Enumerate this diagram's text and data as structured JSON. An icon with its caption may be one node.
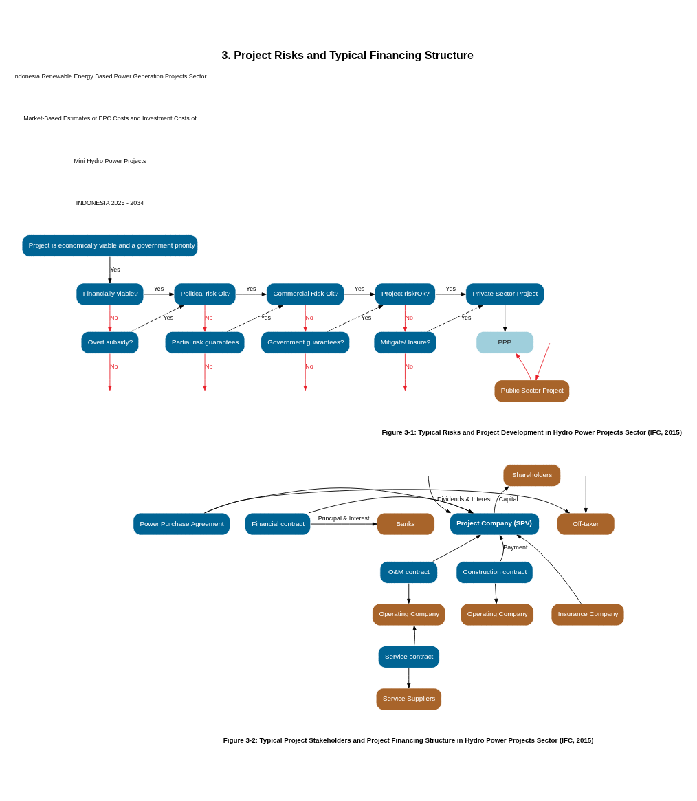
{
  "diagram": {
    "title": "3. Project Risks and Typical Financing Structure",
    "nodes": [
      {
        "text": [
          "Project is economically viable and a government priority"
        ]
      },
      {
        "text": [
          "Financially viable?"
        ]
      },
      {
        "text": [
          "Political risk Ok?"
        ]
      },
      {
        "text": [
          "Commercial Risk Ok?"
        ]
      },
      {
        "text": [
          "Project riskrOk?"
        ]
      },
      {
        "text": [
          "Private Sector Project"
        ]
      },
      {
        "text": [
          "Overt subsidy?"
        ]
      },
      {
        "text": [
          "Partial risk guarantees"
        ]
      },
      {
        "text": [
          "Government guarantees?"
        ]
      },
      {
        "text": [
          "Mitigate/ Insure?"
        ]
      },
      {
        "text": [
          "PPP"
        ]
      },
      {
        "text": [
          "Public Sector Project"
        ]
      },
      {
        "text": [
          "Shareholders"
        ]
      },
      {
        "text": [
          "Off-taker"
        ]
      },
      {
        "text": [
          "Power Purchase Agreement"
        ]
      },
      {
        "text": [
          "Project Company (SPV)"
        ]
      },
      {
        "text": [
          "Financial contract"
        ]
      },
      {
        "text": [
          "Banks"
        ]
      },
      {
        "text": [
          "Construction contract"
        ]
      },
      {
        "text": [
          "O&M contract"
        ]
      },
      {
        "text": [
          "Insurance Company"
        ]
      },
      {
        "text": [
          "Operating Company"
        ]
      },
      {
        "text": [
          "Operating Company"
        ]
      },
      {
        "text": [
          "Service contract"
        ]
      },
      {
        "text": [
          "Service Suppliers"
        ]
      }
    ],
    "edges": [
      {
        "from": 0,
        "to": 1,
        "arrow": "to",
        "label": "Yes"
      },
      {
        "from": 1,
        "to": 2,
        "arrow": "to",
        "label": "Yes"
      },
      {
        "from": 2,
        "to": 3,
        "arrow": "to",
        "label": "Yes"
      },
      {
        "from": 3,
        "to": 4,
        "arrow": "to",
        "label": "Yes"
      },
      {
        "from": 4,
        "to": 5,
        "arrow": "to",
        "label": "Yes"
      },
      {
        "from": 1,
        "to": 6,
        "arrow": "to",
        "label": "No",
        "color": "#e8202a"
      },
      {
        "from": 6,
        "to": 2,
        "arrow": "to",
        "label": "Yes",
        "style": "dashed"
      },
      {
        "from": 2,
        "to": 7,
        "arrow": "to",
        "label": "No",
        "color": "#e8202a"
      },
      {
        "from": 7,
        "to": 3,
        "arrow": "to",
        "label": "Yes",
        "style": "dashed"
      },
      {
        "from": 3,
        "to": 8,
        "arrow": "to",
        "label": "No",
        "color": "#e8202a"
      },
      {
        "from": 8,
        "to": 4,
        "arrow": "to",
        "label": "Yes",
        "style": "dashed"
      },
      {
        "from": 4,
        "to": 9,
        "arrow": "to",
        "label": "No",
        "color": "#e8202a"
      },
      {
        "from": 9,
        "to": 5,
        "arrow": "to",
        "label": "Yes",
        "style": "dashed"
      },
      {
        "from": 6,
        "to": null,
        "arrow": "to",
        "label": "No",
        "color": "#e8202a"
      },
      {
        "from": 7,
        "to": null,
        "arrow": "to",
        "label": "No",
        "color": "#e8202a"
      },
      {
        "from": 8,
        "to": null,
        "arrow": "to",
        "label": "No",
        "color": "#e8202a"
      },
      {
        "from": 9,
        "to": null,
        "arrow": "to",
        "label": "No",
        "color": "#e8202a"
      },
      {
        "from": 5,
        "to": 10,
        "arrow": "to"
      },
      {
        "from": 11,
        "to": 10,
        "arrow": "to",
        "color": "#e8202a"
      },
      {
        "from": null,
        "to": 11,
        "arrow": "to",
        "color": "#e8202a"
      },
      {
        "from": 15,
        "to": 12,
        "arrow": "to",
        "label": "Capital"
      },
      {
        "from": null,
        "to": 15,
        "arrow": "to",
        "label": "Dividends & Interest"
      },
      {
        "from": 14,
        "to": 13,
        "arrow": "to"
      },
      {
        "from": null,
        "to": 13,
        "arrow": "to"
      },
      {
        "from": 14,
        "to": 15,
        "arrow": "to"
      },
      {
        "from": 16,
        "to": 15,
        "arrow": "to"
      },
      {
        "from": 16,
        "to": 17,
        "arrow": "to",
        "label": "Principal & Interest"
      },
      {
        "from": 20,
        "to": 15,
        "arrow": "to"
      },
      {
        "from": 18,
        "to": 15,
        "arrow": "to",
        "label": "Payment"
      },
      {
        "from": 19,
        "to": 15,
        "arrow": "to"
      },
      {
        "from": 18,
        "to": 21,
        "arrow": "to"
      },
      {
        "from": 19,
        "to": 22,
        "arrow": "to"
      },
      {
        "from": 23,
        "to": 22,
        "arrow": "to"
      },
      {
        "from": 23,
        "to": 24,
        "arrow": "to"
      }
    ],
    "labels": [
      "Indonesia Renewable Energy Based Power Generation Projects Sector",
      "Market-Based Estimates of EPC Costs and Investment Costs of",
      "Mini Hydro Power Projects",
      "INDONESIA 2025 - 2034",
      "Figure 3-1: Typical Risks and Project Development in Hydro Power Projects Sector (IFC, 2015)",
      "Figure 3-2: Typical Project Stakeholders and Project Financing Structure in Hydro Power Projects Sector (IFC, 2015)"
    ]
  }
}
